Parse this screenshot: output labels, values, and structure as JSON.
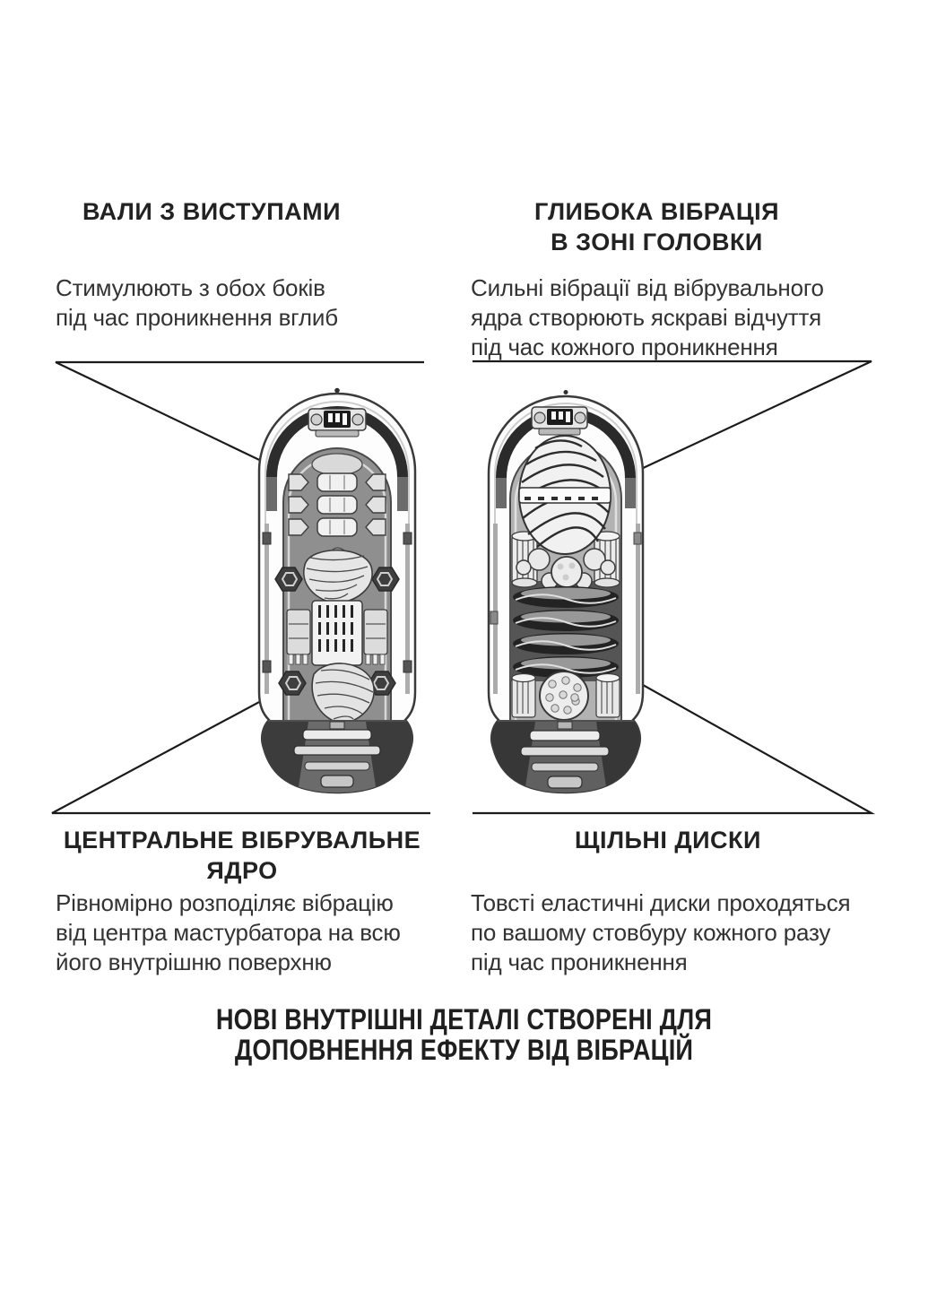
{
  "page": {
    "background": "#ffffff",
    "heading_color": "#222222",
    "body_color": "#333333",
    "callout_line_color": "#1b1b1b",
    "illustration_grays": [
      "#fdfdfd",
      "#ececec",
      "#8f8f8f",
      "#3c3c3c",
      "#232323"
    ]
  },
  "features": [
    {
      "id": "shafts-with-bumps",
      "title": "ВАЛИ З ВИСТУПАМИ",
      "description": "Стимулюють з обох боків\nпід час проникнення вглиб"
    },
    {
      "id": "deep-head-vibration",
      "title": "ГЛИБОКА ВІБРАЦІЯ\nВ ЗОНІ ГОЛОВКИ",
      "description": "Сильні вібрації від вібрувального\nядра створюють яскраві відчуття\nпід час кожного проникнення"
    },
    {
      "id": "central-vibrating-core",
      "title": "ЦЕНТРАЛЬНЕ ВІБРУВАЛЬНЕ\nЯДРО",
      "description": "Рівномірно розподіляє вібрацію\nвід центра мастурбатора на всю\nйого внутрішню поверхню"
    },
    {
      "id": "dense-discs",
      "title": "ЩІЛЬНІ ДИСКИ",
      "description": "Товсті еластичні диски проходяться\nпо вашому стовбуру кожного разу\nпід час проникнення"
    }
  ],
  "footer": {
    "note": "НОВІ ВНУТРІШНІ ДЕТАЛІ СТВОРЕНІ ДЛЯ\nДОПОВНЕННЯ ЕФЕКТУ ВІД ВІБРАЦІЙ"
  }
}
